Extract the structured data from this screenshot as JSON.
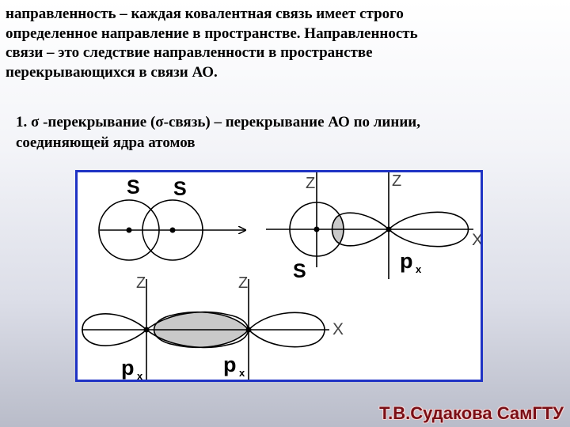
{
  "paragraph": {
    "lines": [
      "направленность – каждая ковалентная связь имеет строго",
      "определенное направление в пространстве. Направленность",
      "связи – это следствие направленности в пространстве",
      "перекрывающихся в связи АО."
    ]
  },
  "item": {
    "lines": [
      "1. σ -перекрывание (σ-связь) – перекрывание АО по линии,",
      "соединяющей ядра атомов"
    ]
  },
  "figure": {
    "panel_ss": {
      "label_left": "S",
      "label_right": "S"
    },
    "panel_sp": {
      "axis_z": "Z",
      "axis_x": "X",
      "label_s": "S",
      "label_p": "p",
      "label_p_sub": "x"
    },
    "panel_pp": {
      "axis_z_left": "Z",
      "axis_z_right": "Z",
      "axis_x": "X",
      "label_p": "p",
      "label_p_sub": "x"
    }
  },
  "credit": "Т.В.Судакова СамГТУ"
}
